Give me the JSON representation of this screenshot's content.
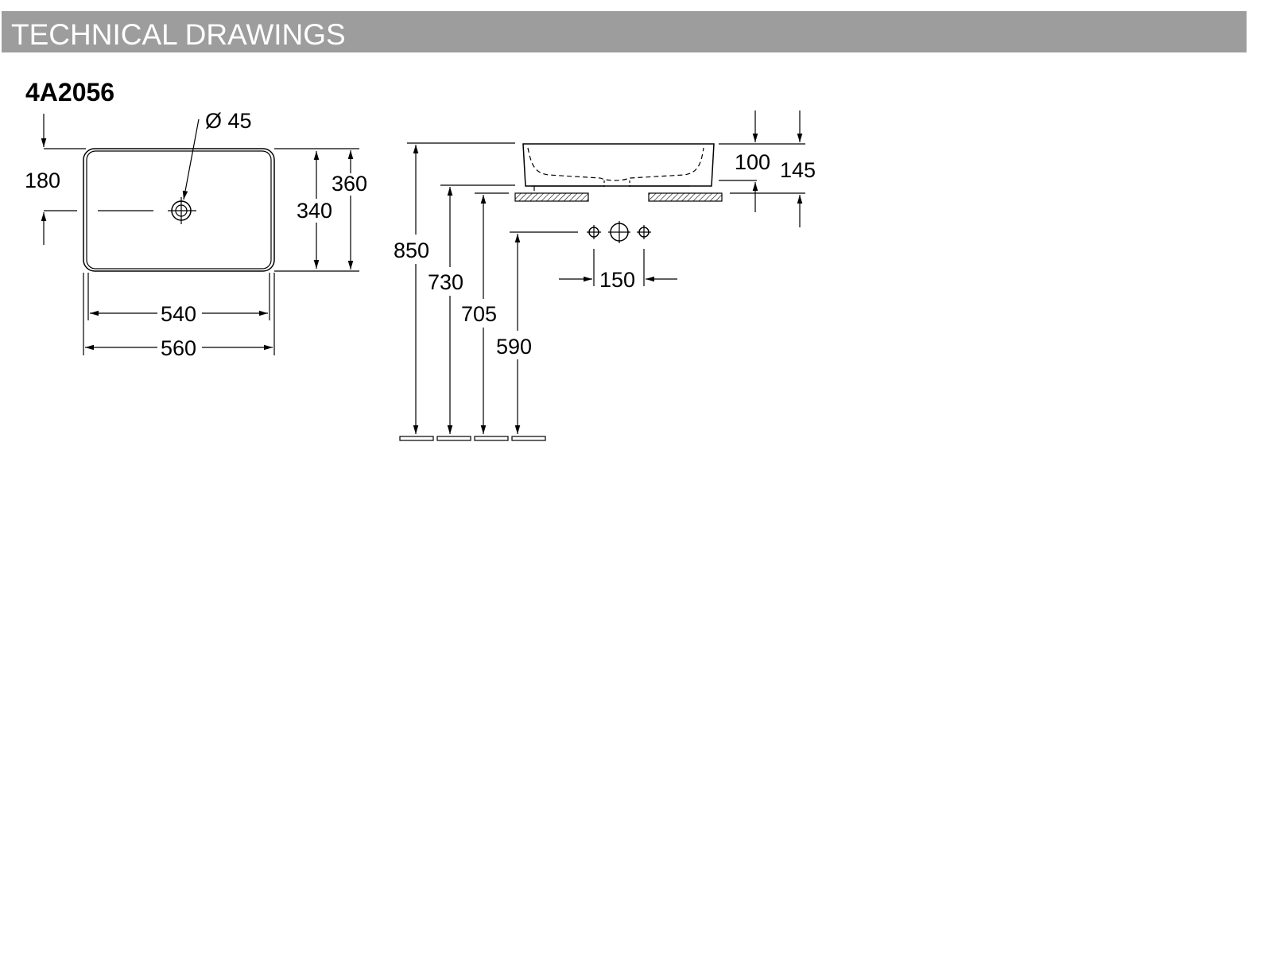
{
  "header": {
    "title": "TECHNICAL DRAWINGS",
    "bar_color": "#9d9d9d",
    "text_color": "#ffffff"
  },
  "model": {
    "code": "4A2056"
  },
  "plan_view": {
    "drain_label": "Ø 45",
    "drain_offset": "180",
    "inner_depth": "340",
    "outer_depth": "360",
    "inner_width": "540",
    "outer_width": "560"
  },
  "side_view": {
    "heights": [
      "850",
      "730",
      "705",
      "590"
    ],
    "bowl_height": "100",
    "total_height": "145",
    "tap_spacing": "150"
  }
}
